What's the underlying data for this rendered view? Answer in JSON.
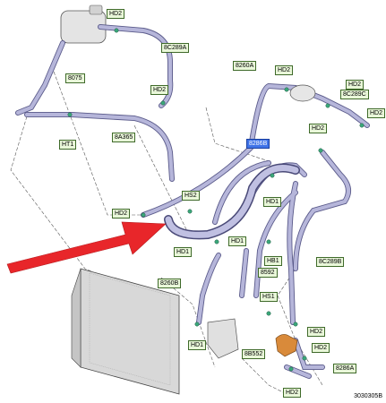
{
  "labels": {
    "hd2_a": "HD2",
    "c6_209a": "8C289A",
    "l8075": "8075",
    "hd2_b": "HD2",
    "ht1": "HT1",
    "l8a365": "8A365",
    "l8260a": "8260A",
    "hd2_c": "HD2",
    "hd2_d": "HD2",
    "c6_289c": "8C289C",
    "hd2_e": "HD2",
    "hd2_f": "HD2",
    "l8286b": "8286B",
    "hd1_a": "HD1",
    "hd2_g": "HD2",
    "hs2": "HS2",
    "hd1_b": "HD1",
    "hd1_c": "HD1",
    "hb1": "HB1",
    "c6_289b": "8C289B",
    "l8592": "8592",
    "l8260b": "8260B",
    "hs1": "HS1",
    "hd2_h": "HD2",
    "hd1_d": "HD1",
    "l8b552": "8B552",
    "hd2_i": "HD2",
    "l8286a": "8286A",
    "hd2_j": "HD2"
  },
  "doc_number": "3030305B",
  "colors": {
    "label_fill": "#e9f7d9",
    "label_border": "#3f6a2a",
    "highlight": "#3f73e8",
    "hose": "#b6b6da",
    "hose_edge": "#5a5a8a",
    "arrow": "#e8262a"
  }
}
